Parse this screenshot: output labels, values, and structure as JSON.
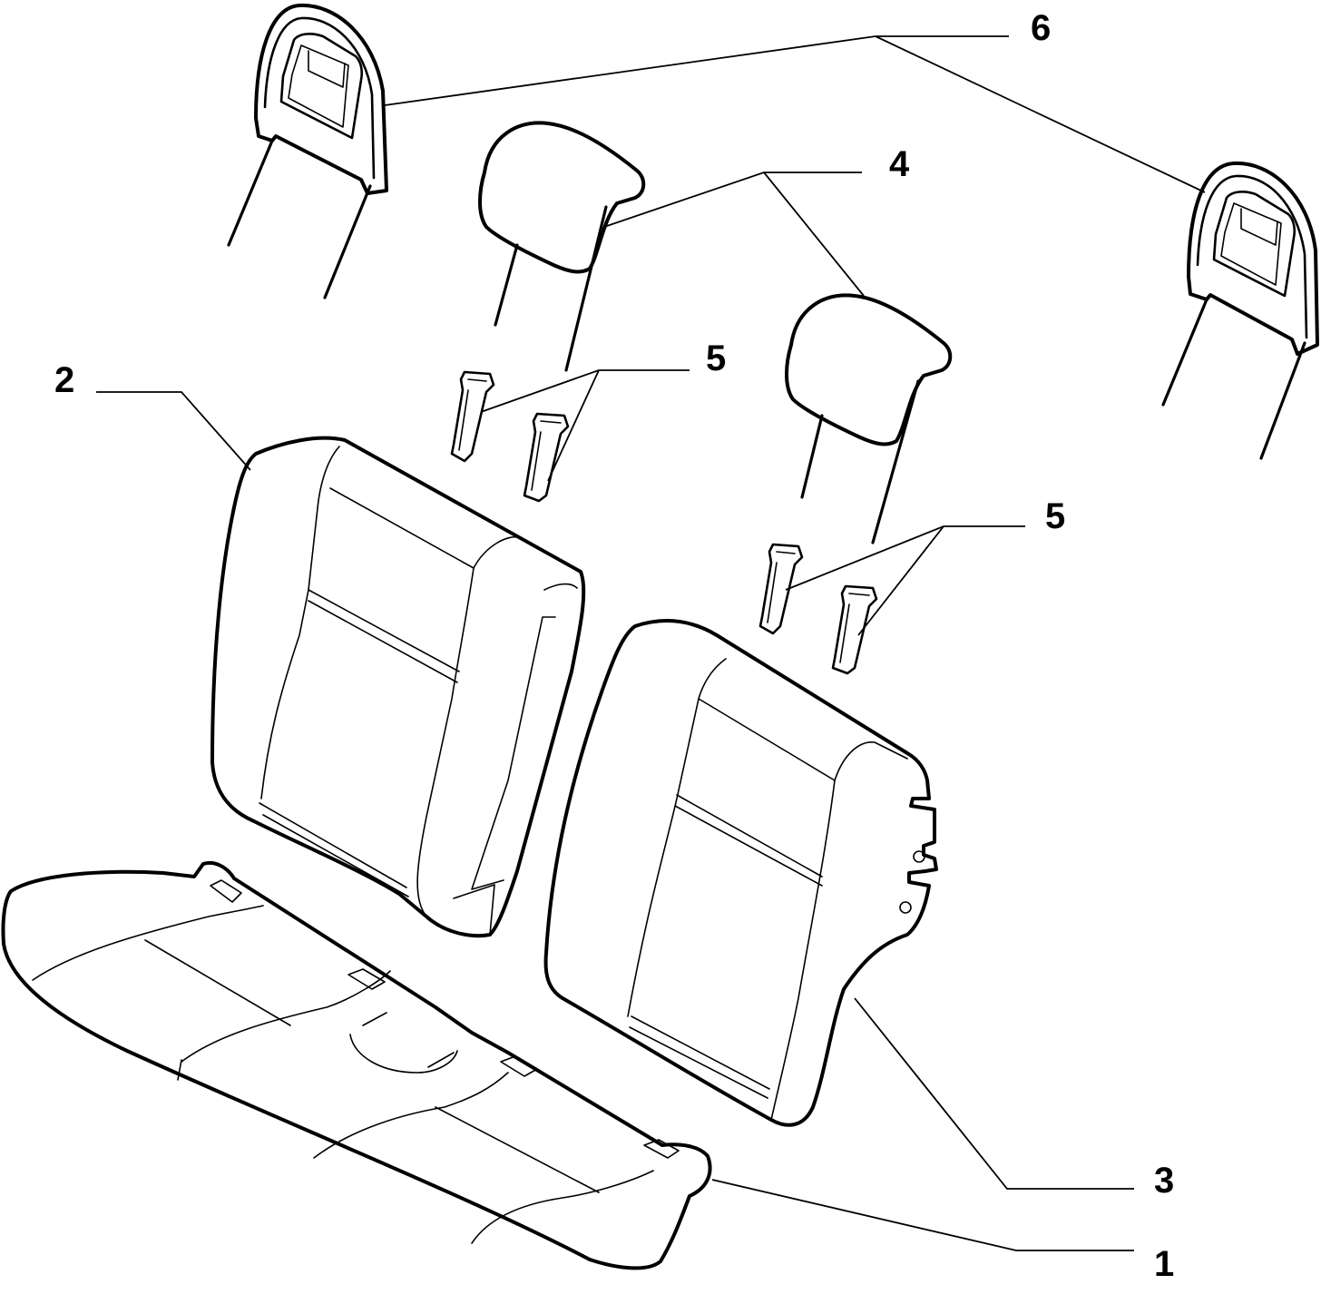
{
  "callouts": {
    "c1": "1",
    "c2": "2",
    "c3": "3",
    "c4": "4",
    "c5a": "5",
    "c5b": "5",
    "c6": "6"
  }
}
